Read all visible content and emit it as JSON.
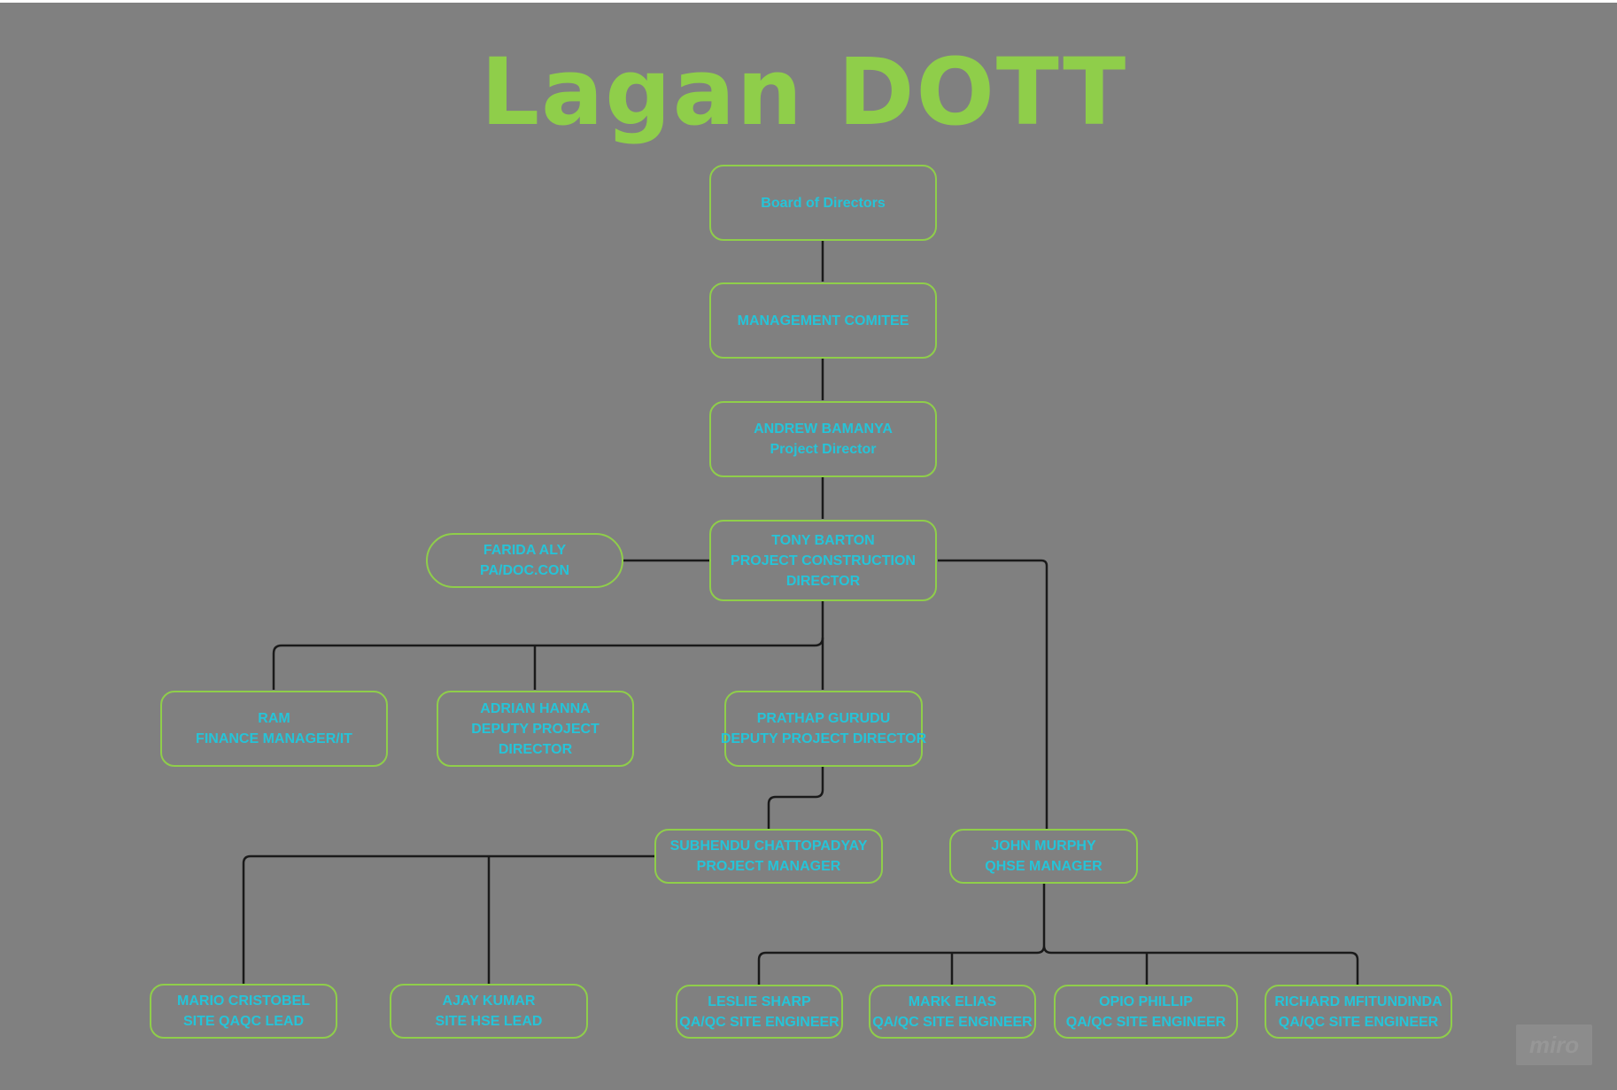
{
  "title": "Lagan DOTT",
  "colors": {
    "background": "#808080",
    "title": "#8fce4a",
    "box_border": "#8fce4a",
    "box_text": "#25c4d8",
    "connector": "#1a1a1a"
  },
  "nodes": {
    "board": {
      "lines": [
        "Board of Directors"
      ]
    },
    "management": {
      "lines": [
        "MANAGEMENT COMITEE"
      ]
    },
    "andrew": {
      "lines": [
        "ANDREW BAMANYA",
        "Project Director"
      ]
    },
    "tony": {
      "lines": [
        "TONY BARTON",
        "PROJECT CONSTRUCTION",
        "DIRECTOR"
      ]
    },
    "farida": {
      "lines": [
        "FARIDA ALY",
        "PA/DOC.CON"
      ]
    },
    "ram": {
      "lines": [
        "RAM",
        "FINANCE MANAGER/IT"
      ]
    },
    "adrian": {
      "lines": [
        "ADRIAN HANNA",
        "DEPUTY PROJECT",
        "DIRECTOR"
      ]
    },
    "prathap": {
      "lines": [
        "PRATHAP GURUDU",
        "DEPUTY PROJECT DIRECTOR"
      ]
    },
    "subhendu": {
      "lines": [
        "SUBHENDU CHATTOPADYAY",
        "PROJECT MANAGER"
      ]
    },
    "john": {
      "lines": [
        "JOHN MURPHY",
        "QHSE MANAGER"
      ]
    },
    "mario": {
      "lines": [
        "MARIO CRISTOBEL",
        "SITE QAQC LEAD"
      ]
    },
    "ajay": {
      "lines": [
        "AJAY KUMAR",
        "SITE HSE LEAD"
      ]
    },
    "leslie": {
      "lines": [
        "LESLIE SHARP",
        "QA/QC SITE ENGINEER"
      ]
    },
    "mark": {
      "lines": [
        "MARK ELIAS",
        "QA/QC SITE ENGINEER"
      ]
    },
    "opio": {
      "lines": [
        "OPIO PHILLIP",
        "QA/QC SITE ENGINEER"
      ]
    },
    "richard": {
      "lines": [
        "RICHARD MFITUNDINDA",
        "QA/QC SITE ENGINEER"
      ]
    }
  },
  "watermark": "miro"
}
